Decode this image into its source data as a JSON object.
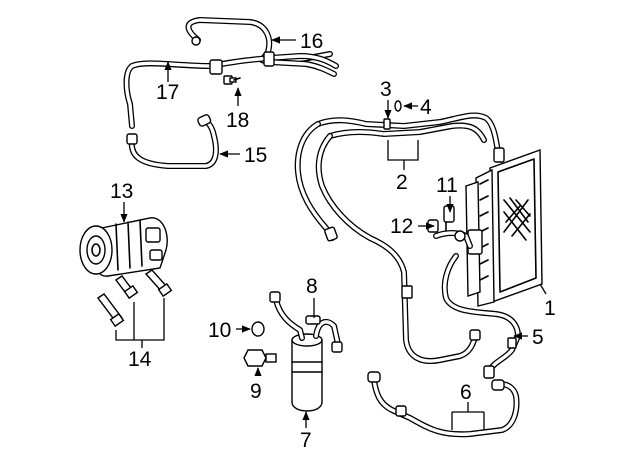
{
  "diagram": {
    "title": "A/C Condenser, Compressor & Lines — exploded parts diagram",
    "callouts": [
      {
        "id": "c1",
        "label": "1"
      },
      {
        "id": "c2",
        "label": "2"
      },
      {
        "id": "c3",
        "label": "3"
      },
      {
        "id": "c4",
        "label": "4"
      },
      {
        "id": "c5",
        "label": "5"
      },
      {
        "id": "c6",
        "label": "6"
      },
      {
        "id": "c7",
        "label": "7"
      },
      {
        "id": "c8",
        "label": "8"
      },
      {
        "id": "c9",
        "label": "9"
      },
      {
        "id": "c10",
        "label": "10"
      },
      {
        "id": "c11",
        "label": "11"
      },
      {
        "id": "c12",
        "label": "12"
      },
      {
        "id": "c13",
        "label": "13"
      },
      {
        "id": "c14",
        "label": "14"
      },
      {
        "id": "c15",
        "label": "15"
      },
      {
        "id": "c16",
        "label": "16"
      },
      {
        "id": "c17",
        "label": "17"
      },
      {
        "id": "c18",
        "label": "18"
      }
    ]
  }
}
